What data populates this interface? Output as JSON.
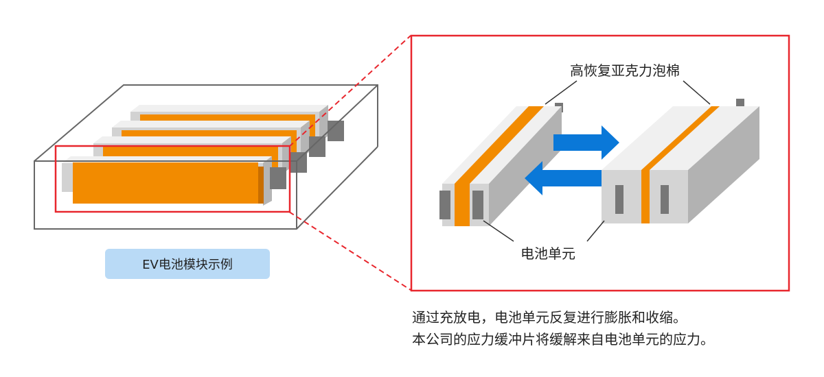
{
  "module_caption": "EV电池模块示例",
  "foam_label": "高恢复亚克力泡棉",
  "cell_label": "电池单元",
  "description": {
    "line1": "通过充放电，电池单元反复进行膨胀和收缩。",
    "line2": "本公司的应力缓冲片将缓解来自电池单元的应力。"
  },
  "colors": {
    "foam_orange": "#f28b00",
    "highlight_red": "#e8262d",
    "arrow_blue": "#0a78d8",
    "caption_bg": "#b9daf6",
    "cell_gray": "#d4d4d4",
    "terminal_gray": "#777777"
  }
}
